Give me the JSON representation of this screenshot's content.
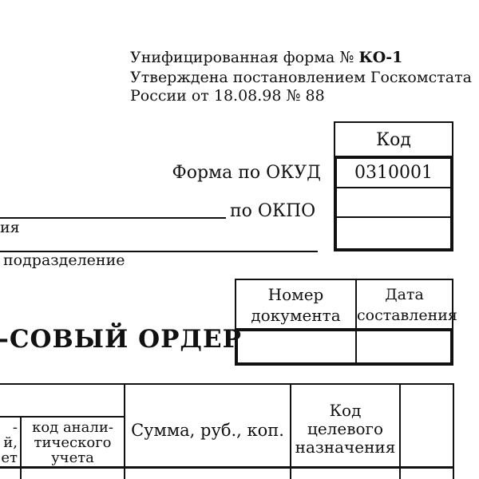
{
  "header": {
    "line1_prefix": "Унифицированная форма №",
    "line1_code": "КО-1",
    "line2": "Утверждена постановлением Госкомстата",
    "line3": "России от 18.08.98 № 88"
  },
  "codes": {
    "column_title": "Код",
    "okud_label": "Форма по ОКУД",
    "okud_value": "0310001",
    "okpo_label": "по ОКПО",
    "okpo_value": "",
    "third_value": ""
  },
  "fields": {
    "org_caption_fragment": "ия",
    "department_caption": "подразделение"
  },
  "doc_box": {
    "number_header": "Номер документа",
    "date_header": "Дата составления",
    "number_value": "",
    "date_value": ""
  },
  "title": "-СОВЫЙ  ОРДЕР",
  "grid": {
    "col_left_fragment": [
      "-",
      "й,",
      "ет"
    ],
    "col_analytic": [
      "код анали-",
      "тического",
      "учета"
    ],
    "col_sum": "Сумма, руб., коп.",
    "col_target": [
      "Код",
      "целевого",
      "назначения"
    ]
  }
}
